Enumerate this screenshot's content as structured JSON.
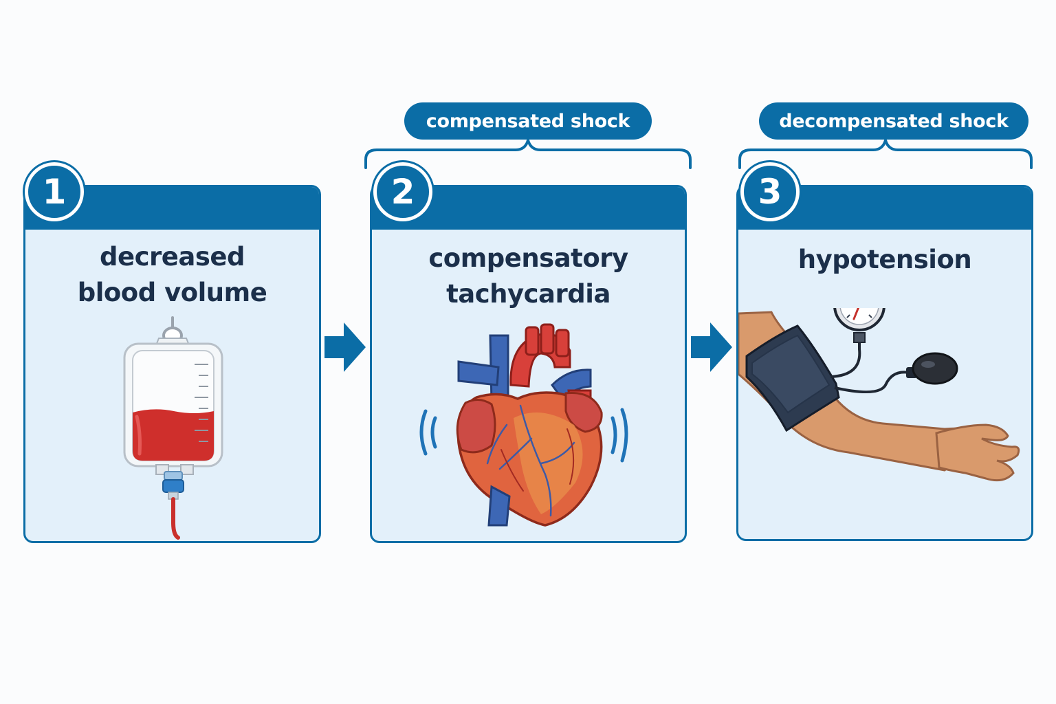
{
  "phases": {
    "compensated": {
      "label": "compensated shock"
    },
    "decompensated": {
      "label": "decompensated shock"
    }
  },
  "steps": [
    {
      "number": "1",
      "title_line1": "decreased",
      "title_line2": "blood volume",
      "icon": "iv-blood-bag-icon"
    },
    {
      "number": "2",
      "title_line1": "compensatory",
      "title_line2": "tachycardia",
      "icon": "heart-icon"
    },
    {
      "number": "3",
      "title_line1": "hypotension",
      "title_line2": "",
      "icon": "blood-pressure-cuff-icon"
    }
  ],
  "colors": {
    "primary": "#0b6da6",
    "panel_bg": "#e3f0fa",
    "title_text": "#1b2f4a",
    "blood": "#d0312d",
    "vein_blue": "#3d67b5"
  }
}
